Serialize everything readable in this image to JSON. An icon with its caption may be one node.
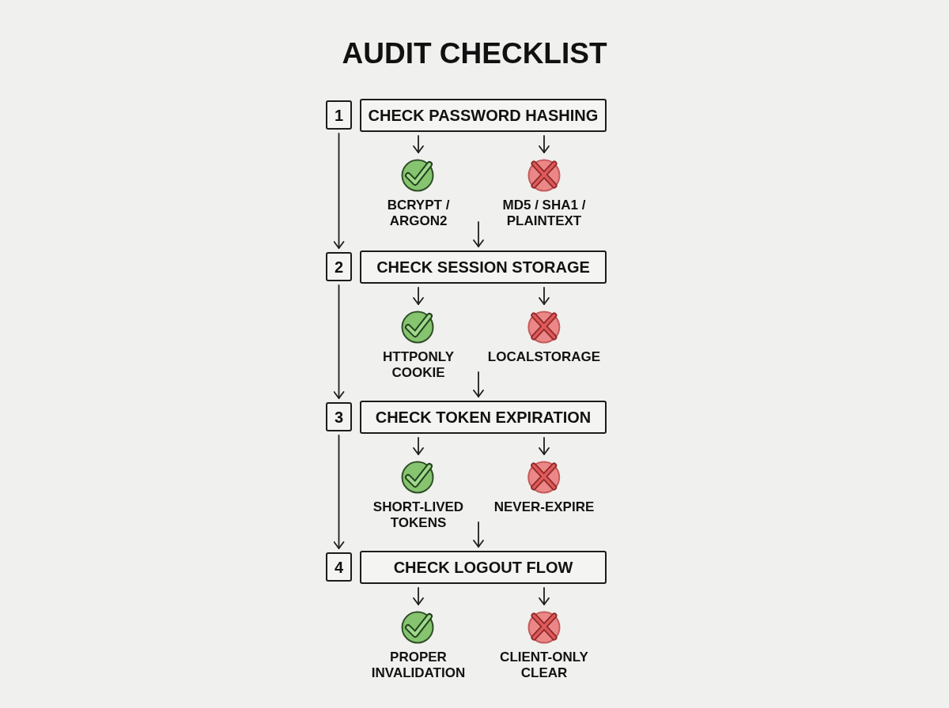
{
  "diagram": {
    "title": "AUDIT CHECKLIST",
    "nodes": [
      {
        "text": [
          "1"
        ]
      },
      {
        "text": [
          "CHECK PASSWORD HASHING"
        ]
      },
      {
        "text": [
          "BCRYPT / ARGON2"
        ]
      },
      {
        "text": [
          "MD5 / SHA1 / PLAINTEXT"
        ]
      },
      {
        "text": [
          "2"
        ]
      },
      {
        "text": [
          "CHECK SESSION STORAGE"
        ]
      },
      {
        "text": [
          "HTTPONLY COOKIE"
        ]
      },
      {
        "text": [
          "LOCALSTORAGE"
        ]
      },
      {
        "text": [
          "3"
        ]
      },
      {
        "text": [
          "CHECK TOKEN EXPIRATION"
        ]
      },
      {
        "text": [
          "SHORT-LIVED TOKENS"
        ]
      },
      {
        "text": [
          "NEVER-EXPIRE"
        ]
      },
      {
        "text": [
          "4"
        ]
      },
      {
        "text": [
          "CHECK LOGOUT FLOW"
        ]
      },
      {
        "text": [
          "PROPER INVALIDATION"
        ]
      },
      {
        "text": [
          "CLIENT-ONLY CLEAR"
        ]
      }
    ],
    "edges": [
      {
        "from": 1,
        "to": 2,
        "arrow": "to"
      },
      {
        "from": 1,
        "to": 3,
        "arrow": "to"
      },
      {
        "from": 0,
        "to": 4,
        "arrow": "to"
      },
      {
        "from": null,
        "to": 5,
        "arrow": "to"
      },
      {
        "from": 5,
        "to": 6,
        "arrow": "to"
      },
      {
        "from": 5,
        "to": 7,
        "arrow": "to"
      },
      {
        "from": 4,
        "to": 8,
        "arrow": "to"
      },
      {
        "from": null,
        "to": 9,
        "arrow": "to"
      },
      {
        "from": 9,
        "to": 10,
        "arrow": "to"
      },
      {
        "from": 9,
        "to": 11,
        "arrow": "to"
      },
      {
        "from": 8,
        "to": 12,
        "arrow": "to"
      },
      {
        "from": null,
        "to": 13,
        "arrow": "to"
      },
      {
        "from": 13,
        "to": 14,
        "arrow": "to"
      },
      {
        "from": 13,
        "to": 15,
        "arrow": "to"
      }
    ]
  }
}
